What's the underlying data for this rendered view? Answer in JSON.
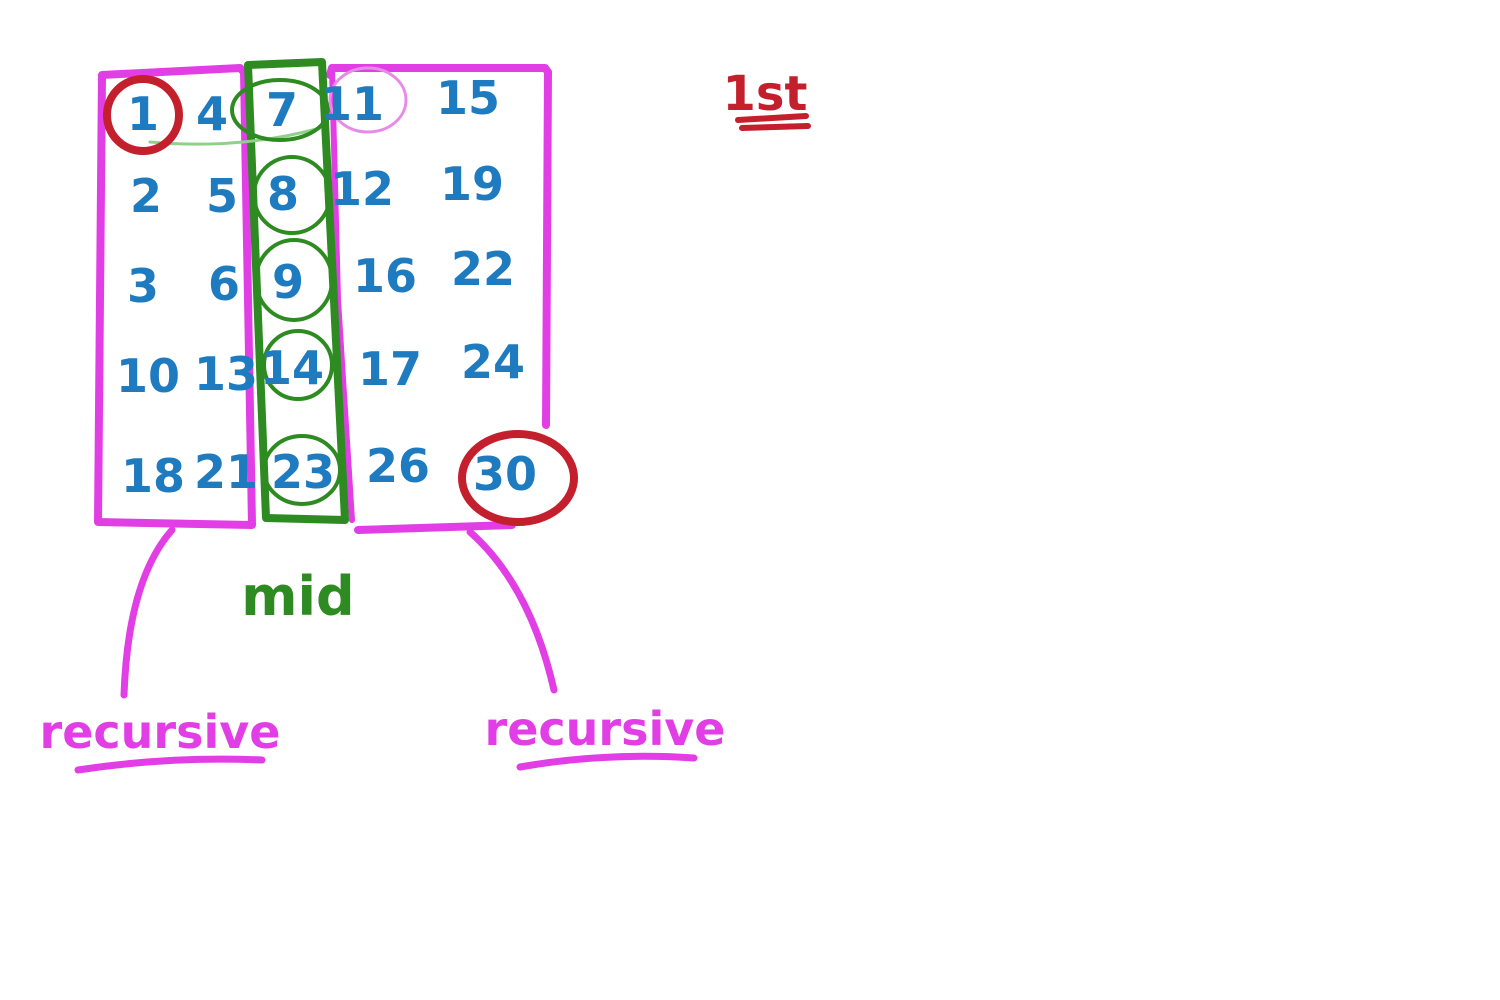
{
  "colors": {
    "numbers": "#1f7bbf",
    "partition": "#e23ee6",
    "mid": "#2e8b22",
    "highlight": "#c41f2d"
  },
  "grid": {
    "rows": [
      [
        "1",
        "4",
        "7",
        "11",
        "15"
      ],
      [
        "2",
        "5",
        "8",
        "12",
        "19"
      ],
      [
        "3",
        "6",
        "9",
        "16",
        "22"
      ],
      [
        "10",
        "13",
        "14",
        "17",
        "24"
      ],
      [
        "18",
        "21",
        "23",
        "26",
        "30"
      ]
    ]
  },
  "labels": {
    "mid": "mid",
    "left_recursive": "recursive",
    "right_recursive": "recursive",
    "first": "1st"
  }
}
